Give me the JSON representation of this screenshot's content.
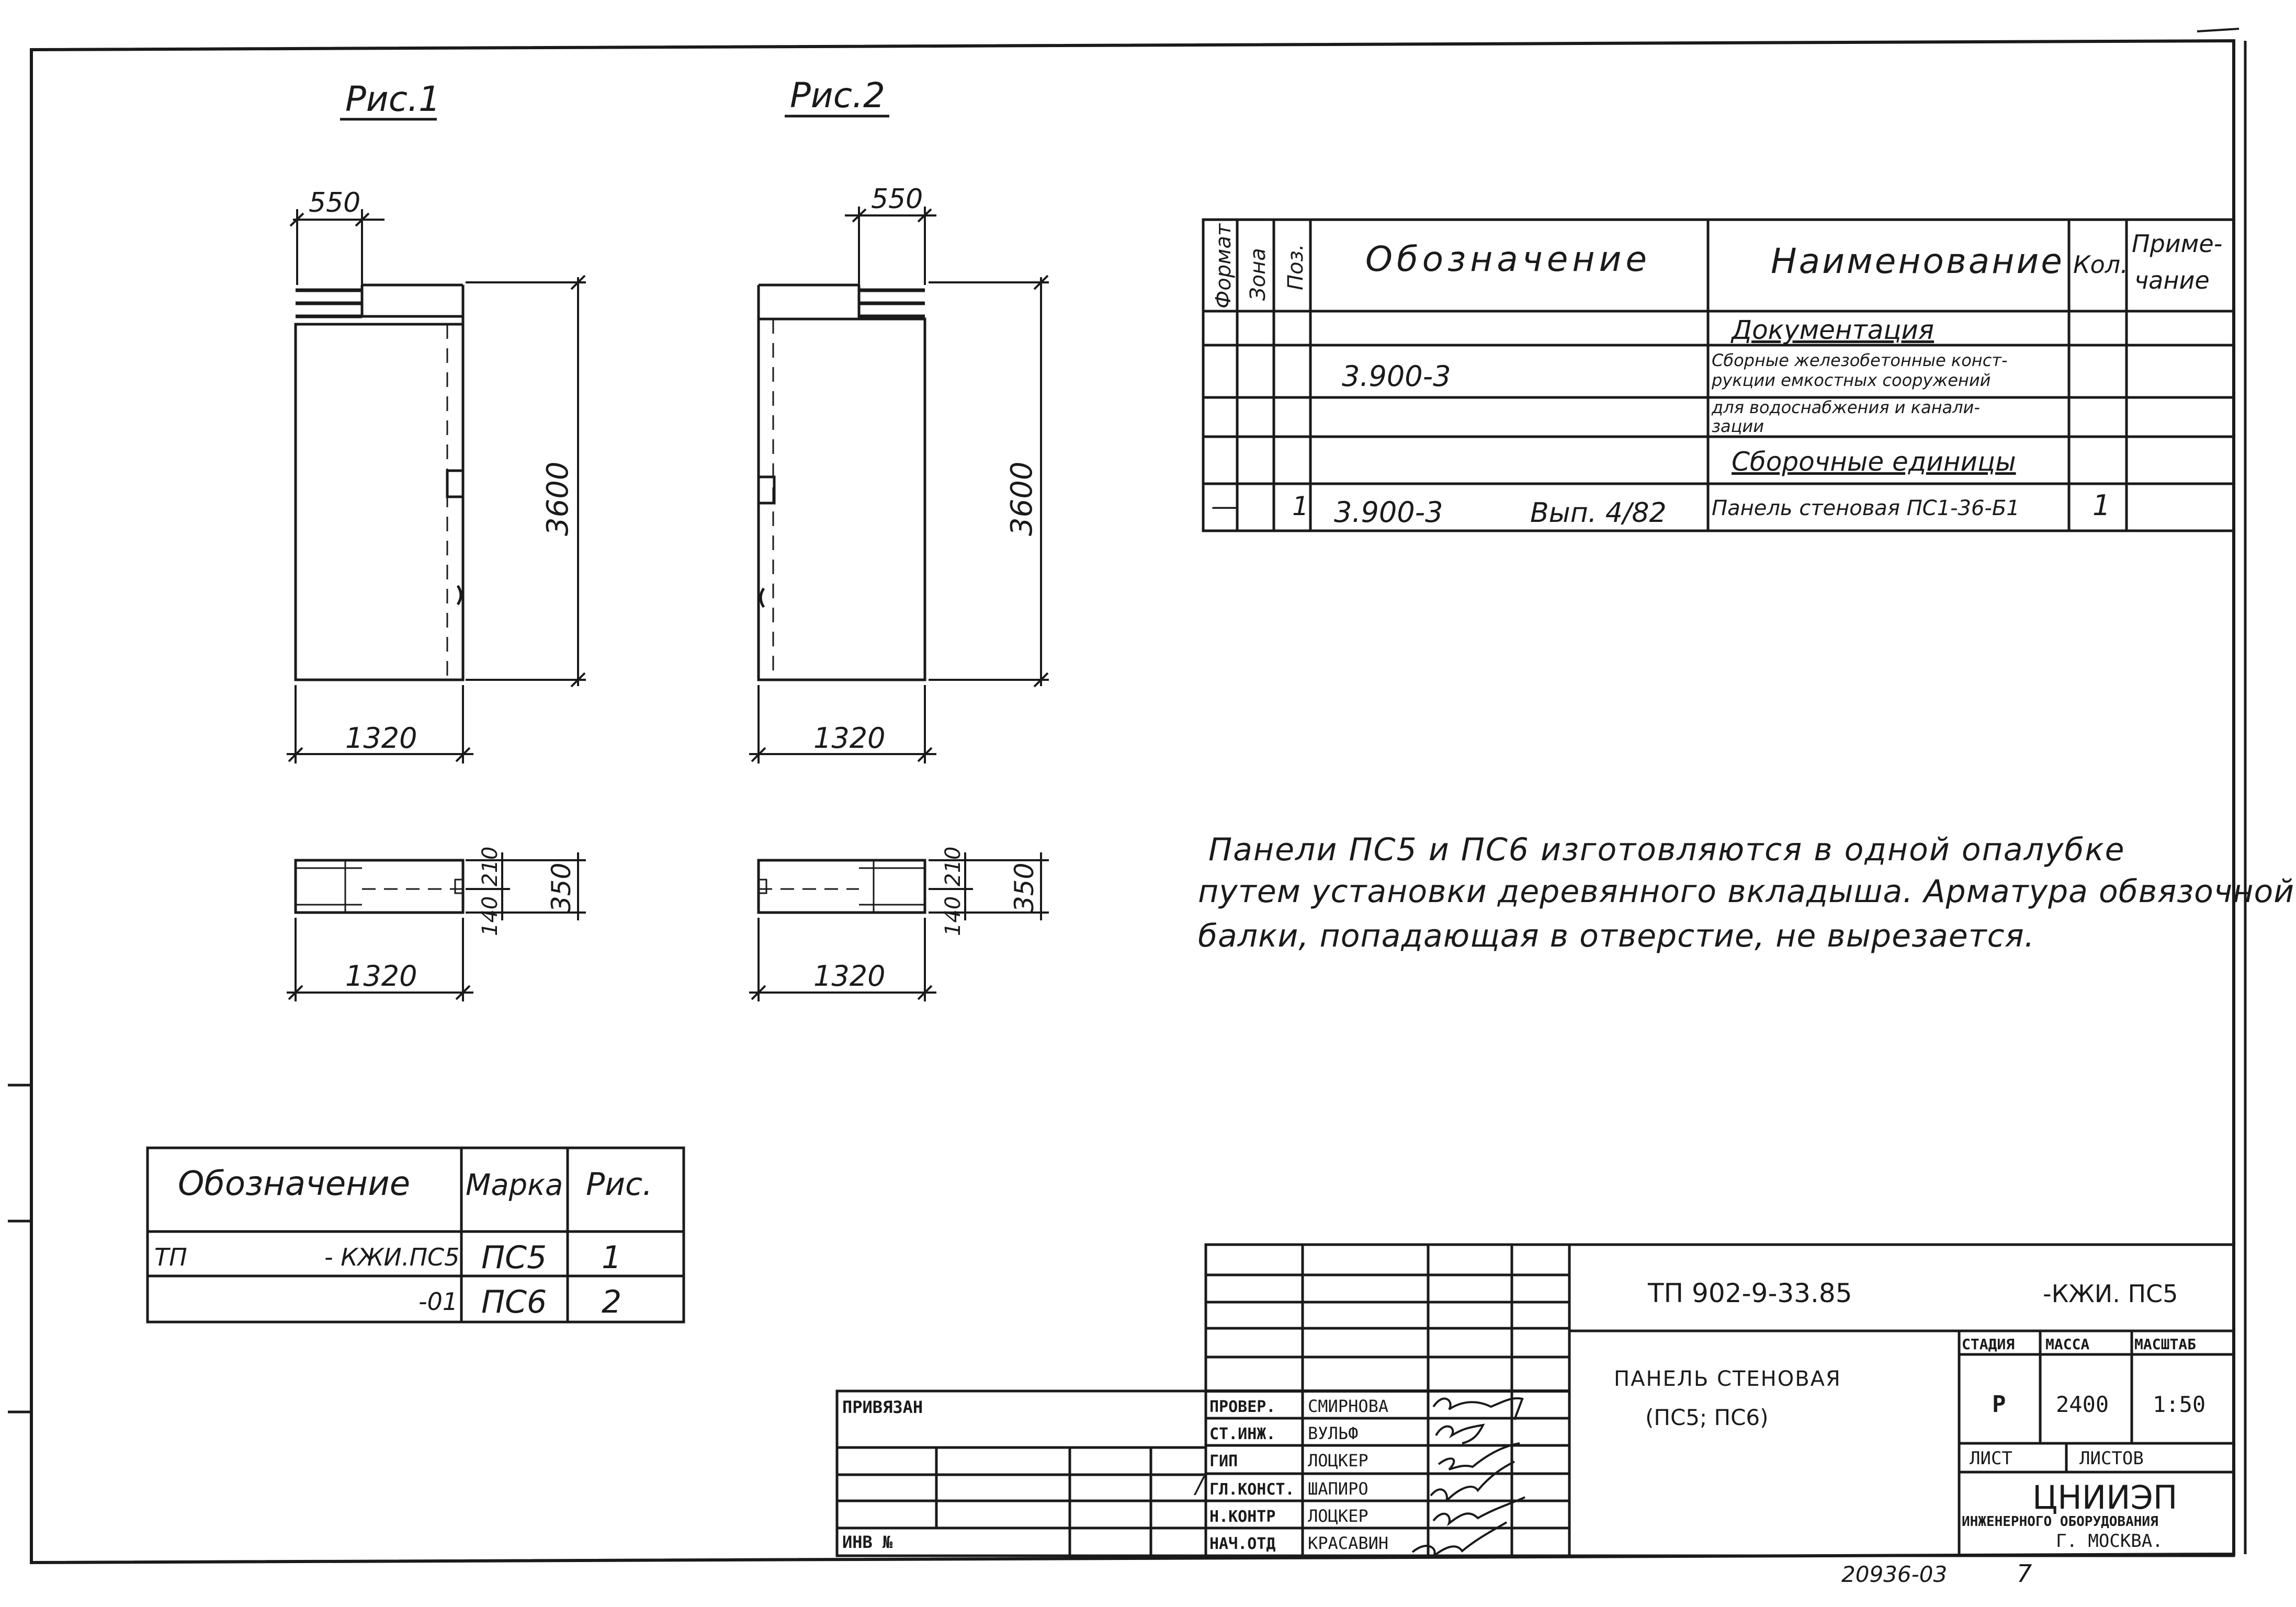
{
  "figures": {
    "fig1": {
      "title": "Рис.1",
      "top_dim": "550",
      "height_dim": "3600",
      "width_dim": "1320",
      "plan_width_dim": "1320",
      "plan_dims": [
        "210",
        "140",
        "350"
      ]
    },
    "fig2": {
      "title": "Рис.2",
      "top_dim": "550",
      "height_dim": "3600",
      "width_dim": "1320",
      "plan_width_dim": "1320",
      "plan_dims": [
        "210",
        "140",
        "350"
      ]
    }
  },
  "spec_table": {
    "headers": {
      "format": "Формат",
      "zone": "Зона",
      "pos": "Поз.",
      "designation": "Обозначение",
      "name": "Наименование",
      "qty": "Кол.",
      "note_line1": "Приме-",
      "note_line2": "чание"
    },
    "section_docs": "Документация",
    "doc_designation": "3.900-3",
    "doc_name_lines": [
      "Сборные железобетонные конст-",
      "рукции емкостных сооружений",
      "для водоснабжения и канали-",
      "зации"
    ],
    "section_units": "Сборочные единицы",
    "row": {
      "format": "—",
      "pos": "1",
      "designation": "3.900-3",
      "issue": "Вып. 4/82",
      "name": "Панель стеновая ПС1-36-Б1",
      "qty": "1"
    }
  },
  "note_lines": [
    "Панели ПС5 и ПС6 изготовляются в одной опалубке",
    "путем установки деревянного вкладыша. Арматура обвязочной",
    "балки, попадающая в отверстие, не вырезается."
  ],
  "marks_table": {
    "headers": [
      "Обозначение",
      "Марка",
      "Рис."
    ],
    "rows": [
      {
        "code_prefix": "ТП",
        "code": "- КЖИ.ПС5",
        "mark": "ПС5",
        "fig": "1"
      },
      {
        "code_prefix": "",
        "code": "-01",
        "mark": "ПС6",
        "fig": "2"
      }
    ]
  },
  "title_block": {
    "privyazan": "ПРИВЯЗАН",
    "inv_no": "ИНВ №",
    "roles": [
      "ПРОВЕР.",
      "СТ.ИНЖ.",
      "ГИП",
      "ГЛ.КОНСТ.",
      "Н.КОНТР",
      "НАЧ.ОТД"
    ],
    "names": [
      "СМИРНОВА",
      "ВУЛЬФ",
      "ЛОЦКЕР",
      "ШАПИРО",
      "ЛОЦКЕР",
      "КРАСАВИН"
    ],
    "change_mark": "/",
    "doc_code": "ТП 902-9-33.85",
    "doc_suffix": "-КЖИ. ПС5",
    "title_line1": "ПАНЕЛЬ  СТЕНОВАЯ",
    "title_line2": "(ПС5;  ПС6)",
    "stage_label": "СТАДИЯ",
    "mass_label": "МАССА",
    "scale_label": "МАСШТАБ",
    "stage": "Р",
    "mass": "2400",
    "scale": "1:50",
    "sheet_label": "ЛИСТ",
    "sheets_label": "ЛИСТОВ",
    "org_name": "ЦНИИЭП",
    "org_sub": "ИНЖЕНЕРНОГО ОБОРУДОВАНИЯ",
    "org_city": "Г. МОСКВА."
  },
  "footer": {
    "archive_no": "20936-03",
    "page_mark": "7"
  }
}
